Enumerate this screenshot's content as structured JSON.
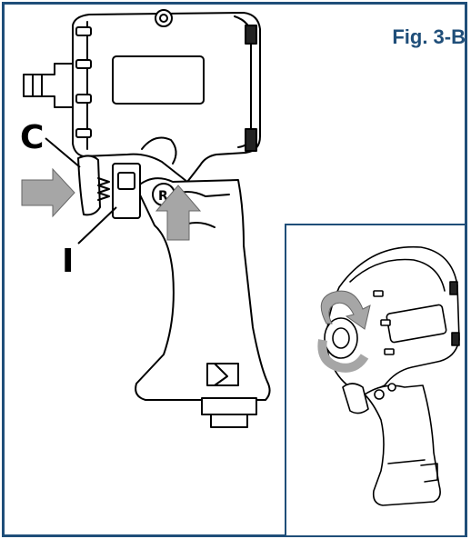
{
  "figure": {
    "label": "Fig. 3-B",
    "accent_color": "#1f4e79"
  },
  "callouts": {
    "c": "C",
    "i": "I"
  },
  "arrows": {
    "push_arrow_color": "#a6a6a6",
    "rotation_arrow_color": "#a6a6a6"
  }
}
